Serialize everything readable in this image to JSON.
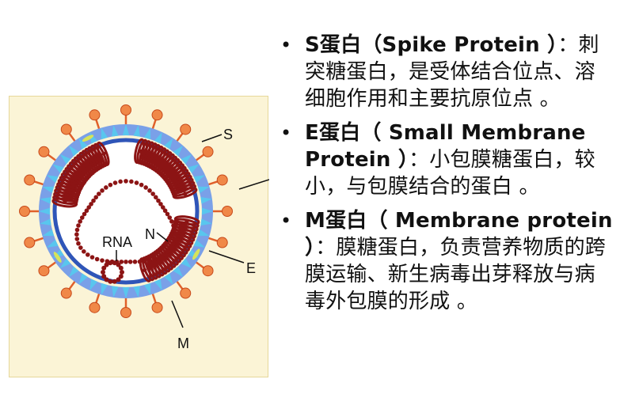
{
  "diagram": {
    "labels": {
      "s": "S",
      "e": "E",
      "m": "M",
      "rna": "RNA",
      "n": "N"
    },
    "colors": {
      "background": "#fbf4d6",
      "spike_stem": "#e0602a",
      "spike_head": "#f08848",
      "envelope_outer": "#7aa0e8",
      "envelope_spikes": "#59c6ee",
      "envelope_inner": "#2f55b8",
      "nucleocapsid": "#8c1414"
    }
  },
  "items": [
    {
      "bullet": "•",
      "term": "S蛋白（Spike Protein ）",
      "desc": "：刺突糖蛋白，是受体结合位点、溶细胞作用和主要抗原位点 。"
    },
    {
      "bullet": "•",
      "term": "E蛋白（ Small Membrane Protein ）",
      "desc": "：小包膜糖蛋白，较小，与包膜结合的蛋白 。"
    },
    {
      "bullet": "•",
      "term": "M蛋白（ Membrane protein ）",
      "desc": "：膜糖蛋白，负责营养物质的跨膜运输、新生病毒出芽释放与病毒外包膜的形成 。"
    }
  ]
}
